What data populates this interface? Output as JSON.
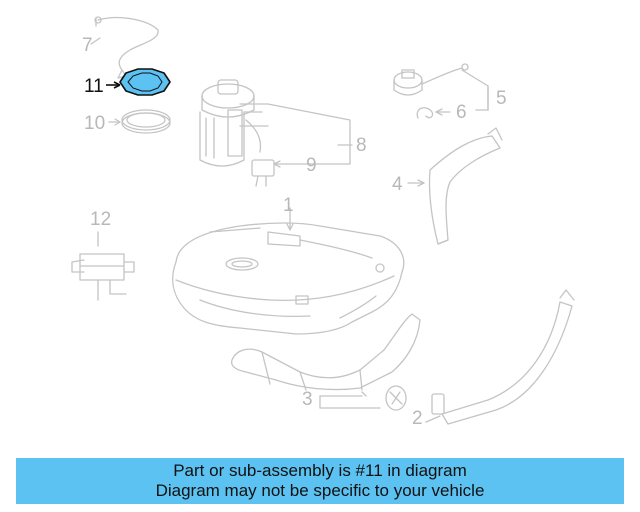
{
  "callouts": {
    "c1": "1",
    "c2": "2",
    "c3": "3",
    "c4": "4",
    "c5": "5",
    "c6": "6",
    "c7": "7",
    "c8": "8",
    "c9": "9",
    "c10": "10",
    "c11": "11",
    "c12": "12"
  },
  "highlighted_part": "11",
  "banner": {
    "line1": "Part or sub-assembly is #11 in diagram",
    "line2": "Diagram may not be specific to your vehicle"
  },
  "colors": {
    "banner_bg": "#5bc2f2",
    "highlight_fill": "#5bc2f2",
    "line_gray": "#c4c4c4"
  }
}
